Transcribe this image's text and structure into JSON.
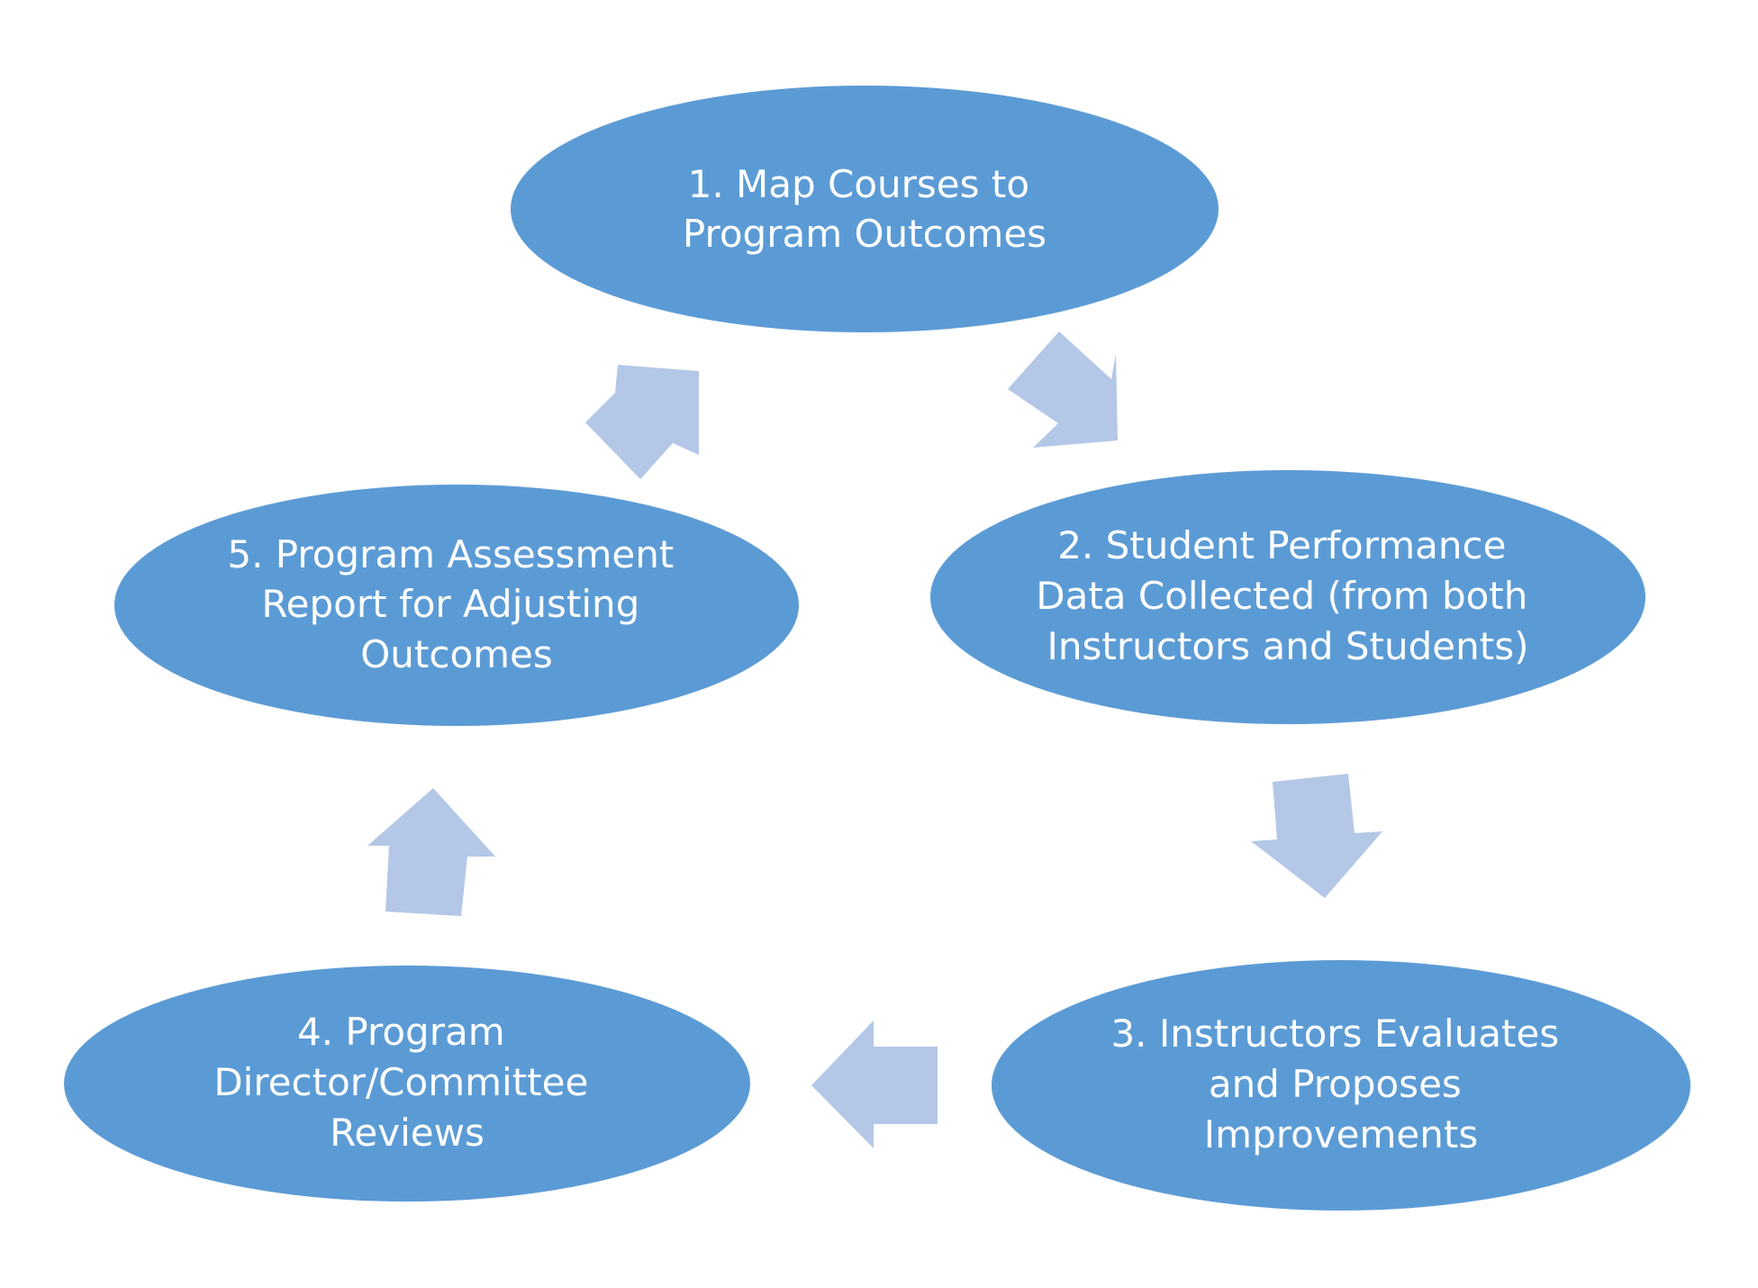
{
  "colors": {
    "node_fill": "#5b9bd5",
    "arrow_fill": "#b4c7e7",
    "text": "#ffffff",
    "background": "#ffffff"
  },
  "nodes": [
    {
      "id": "step-1",
      "lines": [
        "1. Map Courses to",
        "Program Outcomes"
      ]
    },
    {
      "id": "step-2",
      "lines": [
        "2. Student Performance",
        "Data Collected (from both",
        "Instructors and Students)"
      ]
    },
    {
      "id": "step-3",
      "lines": [
        "3. Instructors Evaluates",
        "and Proposes",
        "Improvements"
      ]
    },
    {
      "id": "step-4",
      "lines": [
        "4. Program",
        "Director/Committee",
        "Reviews"
      ]
    },
    {
      "id": "step-5",
      "lines": [
        "5. Program Assessment",
        "Report for Adjusting",
        "Outcomes"
      ]
    }
  ],
  "arrows": [
    {
      "from": "step-1",
      "to": "step-2"
    },
    {
      "from": "step-2",
      "to": "step-3"
    },
    {
      "from": "step-3",
      "to": "step-4"
    },
    {
      "from": "step-4",
      "to": "step-5"
    },
    {
      "from": "step-5",
      "to": "step-1"
    }
  ]
}
